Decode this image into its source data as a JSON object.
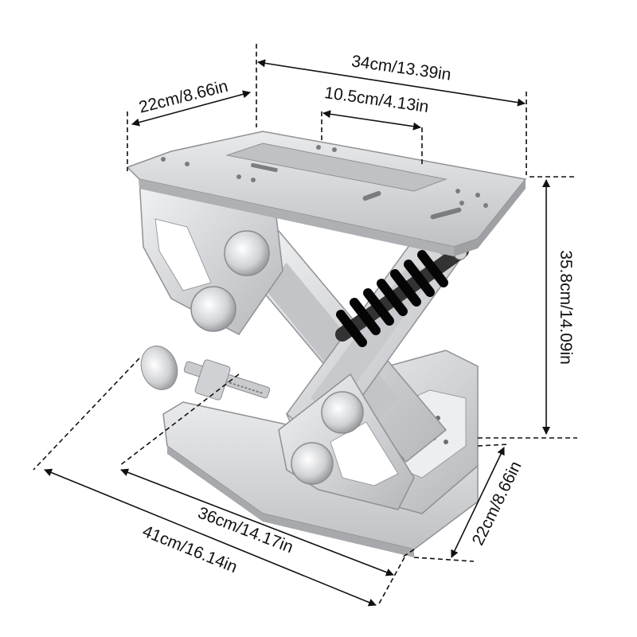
{
  "dimensions": {
    "top_width": "34cm/13.39in",
    "top_depth": "22cm/8.66in",
    "slot_spacing": "10.5cm/4.13in",
    "height": "35.8cm/14.09in",
    "base_length_inner": "36cm/14.17in",
    "base_length_outer": "41cm/16.14in",
    "base_depth": "22cm/8.66in"
  },
  "colors": {
    "aluminum": "#d9dadc",
    "aluminum_dark": "#a9abae",
    "shock": "#111111",
    "dim_line": "#111111"
  }
}
